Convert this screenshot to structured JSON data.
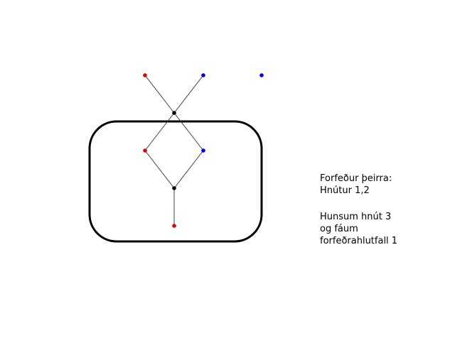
{
  "colors": {
    "red": "#e00000",
    "blue": "#0000e0",
    "black": "#000000",
    "edge": "#404040"
  },
  "diagram": {
    "nodes": [
      {
        "id": "top-red",
        "color": "red"
      },
      {
        "id": "top-blue",
        "color": "blue"
      },
      {
        "id": "isolated-blue",
        "color": "blue"
      },
      {
        "id": "upper-black",
        "color": "black"
      },
      {
        "id": "left-red",
        "color": "red"
      },
      {
        "id": "right-blue",
        "color": "blue"
      },
      {
        "id": "lower-black",
        "color": "black"
      },
      {
        "id": "bottom-red",
        "color": "red"
      }
    ],
    "edges": [
      [
        "top-red",
        "upper-black"
      ],
      [
        "top-blue",
        "upper-black"
      ],
      [
        "upper-black",
        "left-red"
      ],
      [
        "upper-black",
        "right-blue"
      ],
      [
        "left-red",
        "lower-black"
      ],
      [
        "right-blue",
        "lower-black"
      ],
      [
        "lower-black",
        "bottom-red"
      ]
    ]
  },
  "caption": {
    "line1": "Forfeður þeirra:",
    "line2": "Hnútur 1,2",
    "line3": "Hunsum hnút 3",
    "line4": "og fáum",
    "line5": "forfeðrahlutfall 1"
  }
}
